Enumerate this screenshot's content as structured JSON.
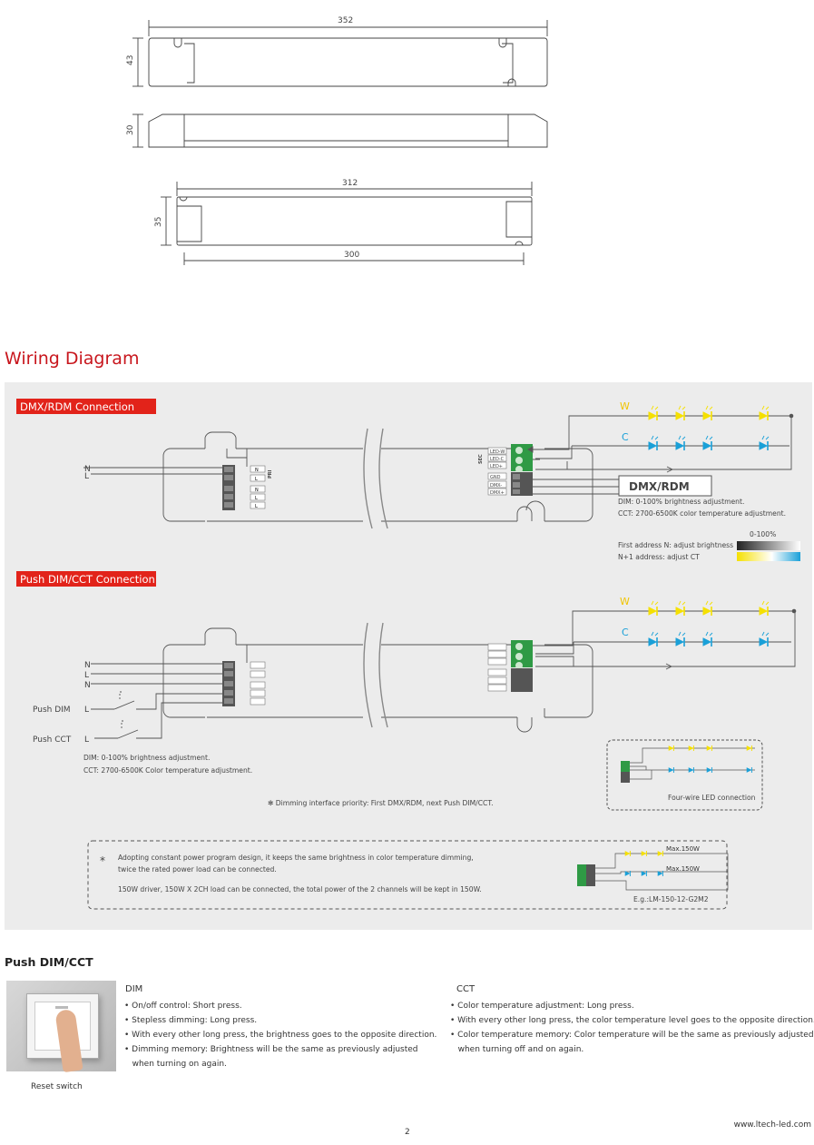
{
  "dimensions": {
    "top_length": "352",
    "top_height": "43",
    "side_height": "30",
    "bottom_length_total": "312",
    "bottom_height": "35",
    "bottom_length_mount": "300"
  },
  "wiring": {
    "title": "Wiring Diagram",
    "dmx_section": {
      "label": "DMX/RDM Connection",
      "input_n": "N",
      "input_l": "L",
      "pri_label": "PRI",
      "sec_label": "SEC",
      "pri_terminals": [
        "N",
        "L",
        "N",
        "L",
        "L"
      ],
      "sec_terminals": [
        "LED-W",
        "LED-C",
        "LED+",
        "GND",
        "DMX-",
        "DMX+"
      ],
      "controller_label": "DMX/RDM",
      "w_label": "W",
      "c_label": "C",
      "desc_dim": "DIM: 0-100% brightness adjustment.",
      "desc_cct": "CCT: 2700-6500K color temperature adjustment.",
      "gradient_range": "0-100%",
      "address_n": "First address N: adjust brightness",
      "address_n1": "N+1 address: adjust CT"
    },
    "push_section": {
      "label": "Push DIM/CCT Connection",
      "input_n1": "N",
      "input_l1": "L",
      "input_n2": "N",
      "push_dim": "Push DIM",
      "push_dim_l": "L",
      "push_cct": "Push CCT",
      "push_cct_l": "L",
      "w_label": "W",
      "c_label": "C",
      "desc_dim": "DIM: 0-100% brightness adjustment.",
      "desc_cct": "CCT: 2700-6500K Color temperature adjustment.",
      "priority_note": "Dimming interface priority: First DMX/RDM, next Push DIM/CCT.",
      "four_wire": "Four-wire LED connection"
    },
    "note": {
      "star": "*",
      "line1": "Adopting constant power program design, it keeps the same brightness in color temperature dimming,",
      "line2": "twice the rated power load can be connected.",
      "line3": "150W driver, 150W X 2CH load can be connected, the total power of the 2 channels will be kept in 150W.",
      "max_w1": "Max.150W",
      "max_w2": "Max.150W",
      "example": "E.g.:LM-150-12-G2M2"
    }
  },
  "push_dimcct": {
    "title": "Push DIM/CCT",
    "photo_caption": "Reset switch",
    "dim_title": "DIM",
    "dim_items": [
      "On/off control: Short press.",
      "Stepless dimming: Long press.",
      "With every other long press, the brightness goes to the opposite direction.",
      "Dimming memory: Brightness will be the same as previously adjusted",
      "when turning on again."
    ],
    "cct_title": "CCT",
    "cct_items": [
      "Color temperature adjustment: Long press.",
      "With every other long press, the color temperature level goes to the opposite direction.",
      "Color temperature memory: Color temperature will be the same as previously adjusted",
      "when turning off and on again."
    ]
  },
  "footer": {
    "page": "2",
    "url": "www.ltech-led.com"
  },
  "colors": {
    "accent_red": "#e2231a",
    "title_red": "#c8161d",
    "led_yellow": "#f5e000",
    "led_blue": "#1aa0d8",
    "terminal_green": "#2f9a45"
  }
}
